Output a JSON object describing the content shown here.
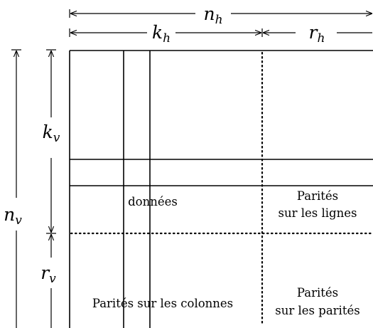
{
  "dimensions": {
    "nh": "n",
    "nh_sub": "h",
    "kh": "k",
    "kh_sub": "h",
    "rh": "r",
    "rh_sub": "h",
    "nv": "n",
    "nv_sub": "v",
    "kv": "k",
    "kv_sub": "v",
    "rv": "r",
    "rv_sub": "v"
  },
  "regions": {
    "data": "données",
    "row_parity_line1": "Parités",
    "row_parity_line2": "sur les lignes",
    "column_parity": "Parités sur les colonnes",
    "parity_of_parity_line1": "Parités",
    "parity_of_parity_line2": "sur les parités"
  }
}
